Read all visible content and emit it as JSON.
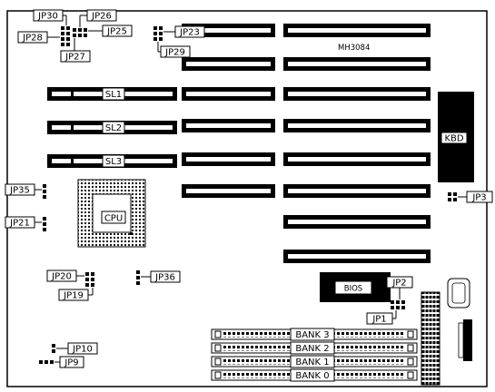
{
  "board": {
    "model": "MH3084",
    "cpu_label": "CPU",
    "bios_label": "BIOS",
    "kbd_label": "KBD"
  },
  "slots": {
    "sl1": "SL1",
    "sl2": "SL2",
    "sl3": "SL3"
  },
  "banks": {
    "bank3": "BANK 3",
    "bank2": "BANK 2",
    "bank1": "BANK 1",
    "bank0": "BANK 0"
  },
  "jumpers": {
    "jp1": "JP1",
    "jp2": "JP2",
    "jp3": "JP3",
    "jp9": "JP9",
    "jp10": "JP10",
    "jp19": "JP19",
    "jp20": "JP20",
    "jp21": "JP21",
    "jp23": "JP23",
    "jp25": "JP25",
    "jp26": "JP26",
    "jp27": "JP27",
    "jp28": "JP28",
    "jp29": "JP29",
    "jp30": "JP30",
    "jp35": "JP35",
    "jp36": "JP36"
  }
}
